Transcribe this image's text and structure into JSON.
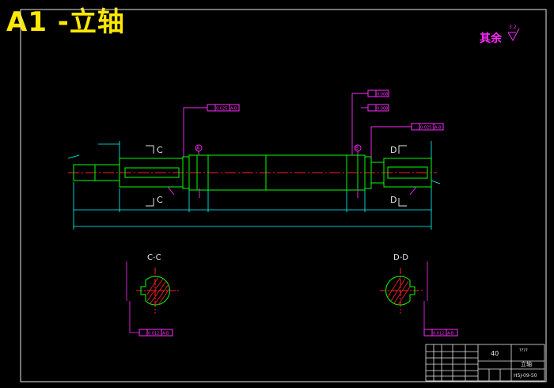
{
  "drawing": {
    "title": "A1 -立轴",
    "roughness_note": "其余",
    "roughness_value": "3.2",
    "sections": {
      "left": "C-C",
      "right": "D-D"
    },
    "cut_labels": {
      "c_top": "C",
      "c_bottom": "C",
      "d_top": "D",
      "d_bottom": "D"
    },
    "datums": {
      "a": "A",
      "b": "B"
    },
    "tolerance_frames": {
      "runout_left": "0.025",
      "runout_left_ref": "A-B",
      "cyl_1": "0.008",
      "cyl_2": "0.008",
      "runout_right": "0.025",
      "runout_right_ref": "A-B",
      "sym_left": "0.012",
      "sym_left_ref": "A-B",
      "sym_right": "0.012",
      "sym_right_ref": "A-B"
    },
    "title_block": {
      "material": "40",
      "drawing_no": "????",
      "part_name": "立轴",
      "code": "HSJ-09-50"
    },
    "colors": {
      "border": "#e6e6e6",
      "part": "#00ff00",
      "dimension": "#00ffff",
      "annotation": "#ff2cff",
      "centerline": "#ff2020",
      "hatch": "#ff2020",
      "title": "#ffe800"
    }
  }
}
